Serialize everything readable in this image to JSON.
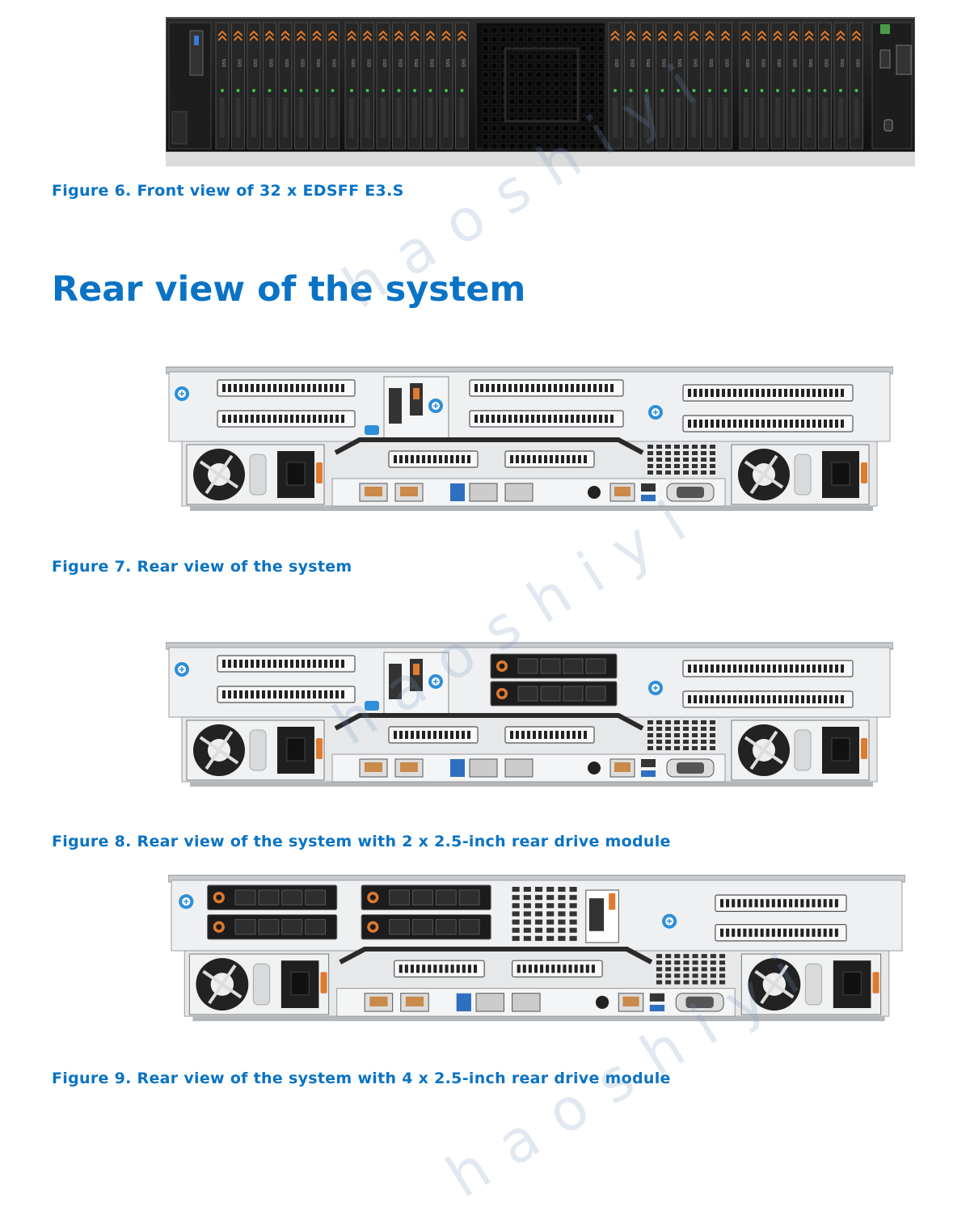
{
  "figures": {
    "fig6_caption": "Figure 6. Front view of 32 x EDSFF E3.S",
    "fig7_caption": "Figure 7. Rear view of the system",
    "fig8_caption": "Figure 8. Rear view of the system with 2 x 2.5-inch rear drive module",
    "fig9_caption": "Figure 9. Rear view of the system with 4 x 2.5-inch rear drive module"
  },
  "section": {
    "title": "Rear view of the system"
  },
  "front_drive": {
    "bay_count": 32,
    "label": "SSD"
  },
  "watermark": {
    "text": "haoshiyi"
  },
  "colors": {
    "accent": "#0a73c5",
    "chassis_dark": "#1a1a1a",
    "chassis_light": "#e4e6e8",
    "orange": "#e07a2e",
    "blue_dot": "#2f8fd8"
  }
}
